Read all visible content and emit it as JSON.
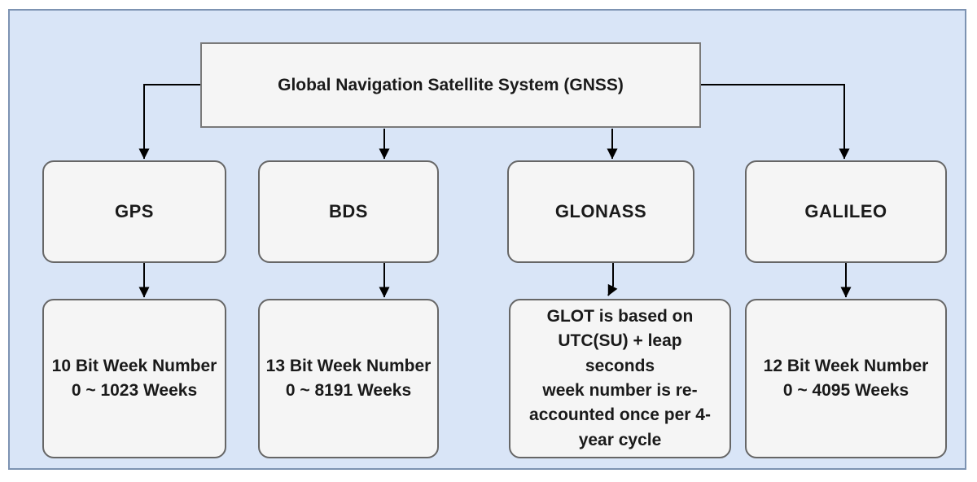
{
  "diagram": {
    "type": "flowchart",
    "root": {
      "label": "Global Navigation Satellite System (GNSS)"
    },
    "systems": [
      {
        "name": "GPS",
        "label": "GPS",
        "detail": "10 Bit Week Number\n0 ~ 1023 Weeks"
      },
      {
        "name": "BDS",
        "label": "BDS",
        "detail": "13 Bit Week Number\n0 ~ 8191 Weeks"
      },
      {
        "name": "GLONASS",
        "label": "GLONASS",
        "detail": "GLOT is based on\nUTC(SU) + leap\nseconds\nweek number is re-\naccounted once per 4-\nyear cycle"
      },
      {
        "name": "GALILEO",
        "label": "GALILEO",
        "detail": "12 Bit Week Number\n0 ~ 4095 Weeks"
      }
    ],
    "colors": {
      "page_background": "#ffffff",
      "panel_fill": "#d9e5f7",
      "panel_border": "#7d93b2",
      "node_fill": "#f5f5f5",
      "node_border": "#666666",
      "connector": "#000000",
      "text": "#1a1a1a"
    }
  }
}
